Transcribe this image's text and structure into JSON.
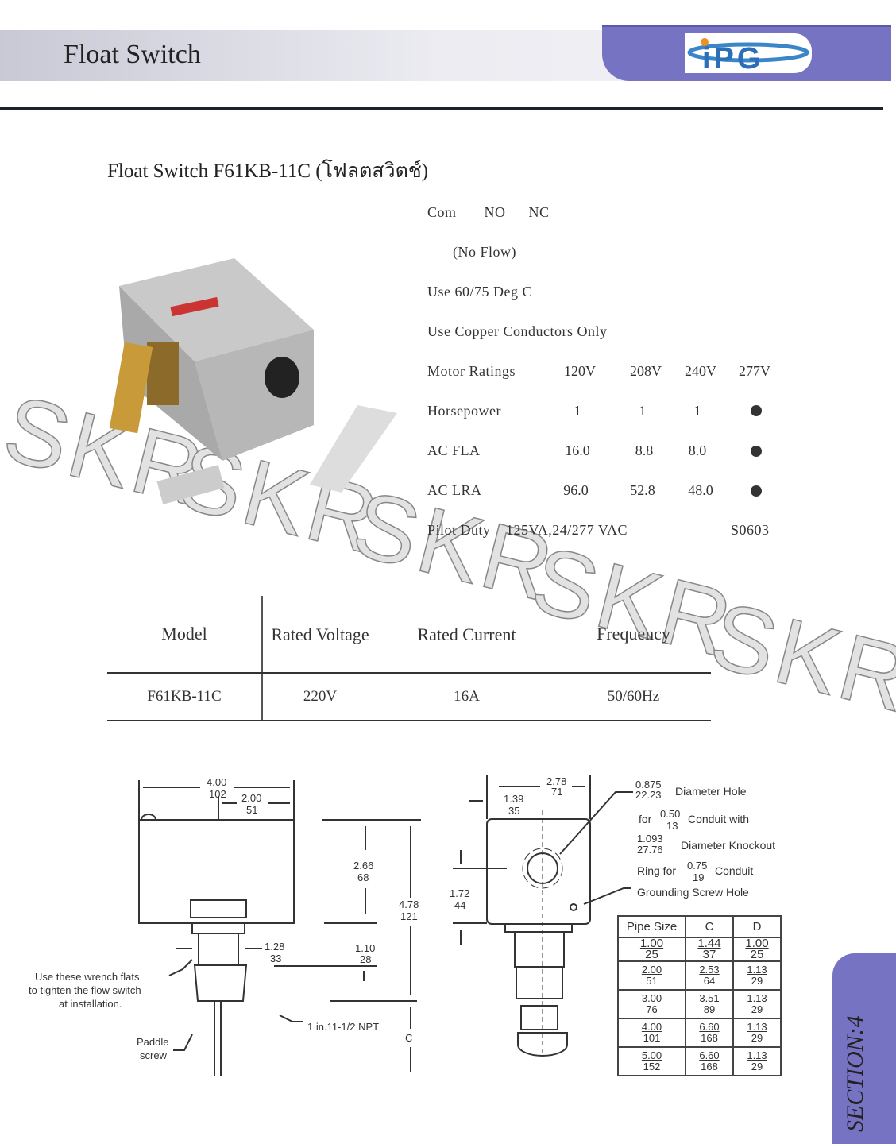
{
  "header": {
    "title": "Float Switch",
    "logo_text": "iPG",
    "brand_color": "#7773c3"
  },
  "product": {
    "title": "Float Switch F61KB-11C (โฟลตสวิตช์)"
  },
  "specs": {
    "contacts": [
      "Com",
      "NO",
      "NC"
    ],
    "no_flow": "(No Flow)",
    "temp": "Use 60/75 Deg C",
    "copper": "Use Copper Conductors Only",
    "ratings_header": [
      "Motor Ratings",
      "120V",
      "208V",
      "240V",
      "277V"
    ],
    "rows": [
      {
        "label": "Horsepower",
        "values": [
          "1",
          "1",
          "1"
        ],
        "v277": "dot"
      },
      {
        "label": "AC FLA",
        "values": [
          "16.0",
          "8.8",
          "8.0"
        ],
        "v277": "dot"
      },
      {
        "label": "AC LRA",
        "values": [
          "96.0",
          "52.8",
          "48.0"
        ],
        "v277": "dot"
      }
    ],
    "pilot": "Pilot Duty – 125VA,24/277 VAC",
    "code": "S0603"
  },
  "model_table": {
    "headers": [
      "Model",
      "Rated Voltage",
      "Rated Current",
      "Frequency"
    ],
    "row": [
      "F61KB-11C",
      "220V",
      "16A",
      "50/60Hz"
    ]
  },
  "watermark": "SKR",
  "drawing_front": {
    "dims": [
      [
        "4.00",
        "102"
      ],
      [
        "2.00",
        "51"
      ],
      [
        "2.66",
        "68"
      ],
      [
        "4.78",
        "121"
      ],
      [
        "1.28",
        "33"
      ],
      [
        "1.10",
        "28"
      ]
    ],
    "wrench_note": [
      "Use these wrench flats",
      "to tighten the flow switch",
      "at installation."
    ],
    "paddle_note": [
      "Paddle",
      "screw"
    ],
    "npt": "1 in.11-1/2 NPT",
    "c_label": "C"
  },
  "drawing_side": {
    "dims": [
      [
        "2.78",
        "71"
      ],
      [
        "1.39",
        "35"
      ],
      [
        "1.72",
        "44"
      ]
    ],
    "notes": {
      "hole": [
        "0.875",
        "22.23",
        "Diameter Hole"
      ],
      "for": [
        "for",
        "0.50",
        "13",
        "Conduit with"
      ],
      "knock": [
        "1.093",
        "27.76",
        "Diameter Knockout"
      ],
      "ring": [
        "Ring for",
        "0.75",
        "19",
        "Conduit"
      ],
      "ground": "Grounding Screw Hole"
    }
  },
  "pipe_table": {
    "headers": [
      "Pipe Size",
      "C",
      "D"
    ],
    "rows": [
      [
        [
          "1.00",
          "25"
        ],
        [
          "1.44",
          "37"
        ],
        [
          "1.00",
          "25"
        ]
      ],
      [
        [
          "2.00",
          "51"
        ],
        [
          "2.53",
          "64"
        ],
        [
          "1.13",
          "29"
        ]
      ],
      [
        [
          "3.00",
          "76"
        ],
        [
          "3.51",
          "89"
        ],
        [
          "1.13",
          "29"
        ]
      ],
      [
        [
          "4.00",
          "101"
        ],
        [
          "6.60",
          "168"
        ],
        [
          "1.13",
          "29"
        ]
      ],
      [
        [
          "5.00",
          "152"
        ],
        [
          "6.60",
          "168"
        ],
        [
          "1.13",
          "29"
        ]
      ]
    ]
  },
  "section": "SECTION:4"
}
